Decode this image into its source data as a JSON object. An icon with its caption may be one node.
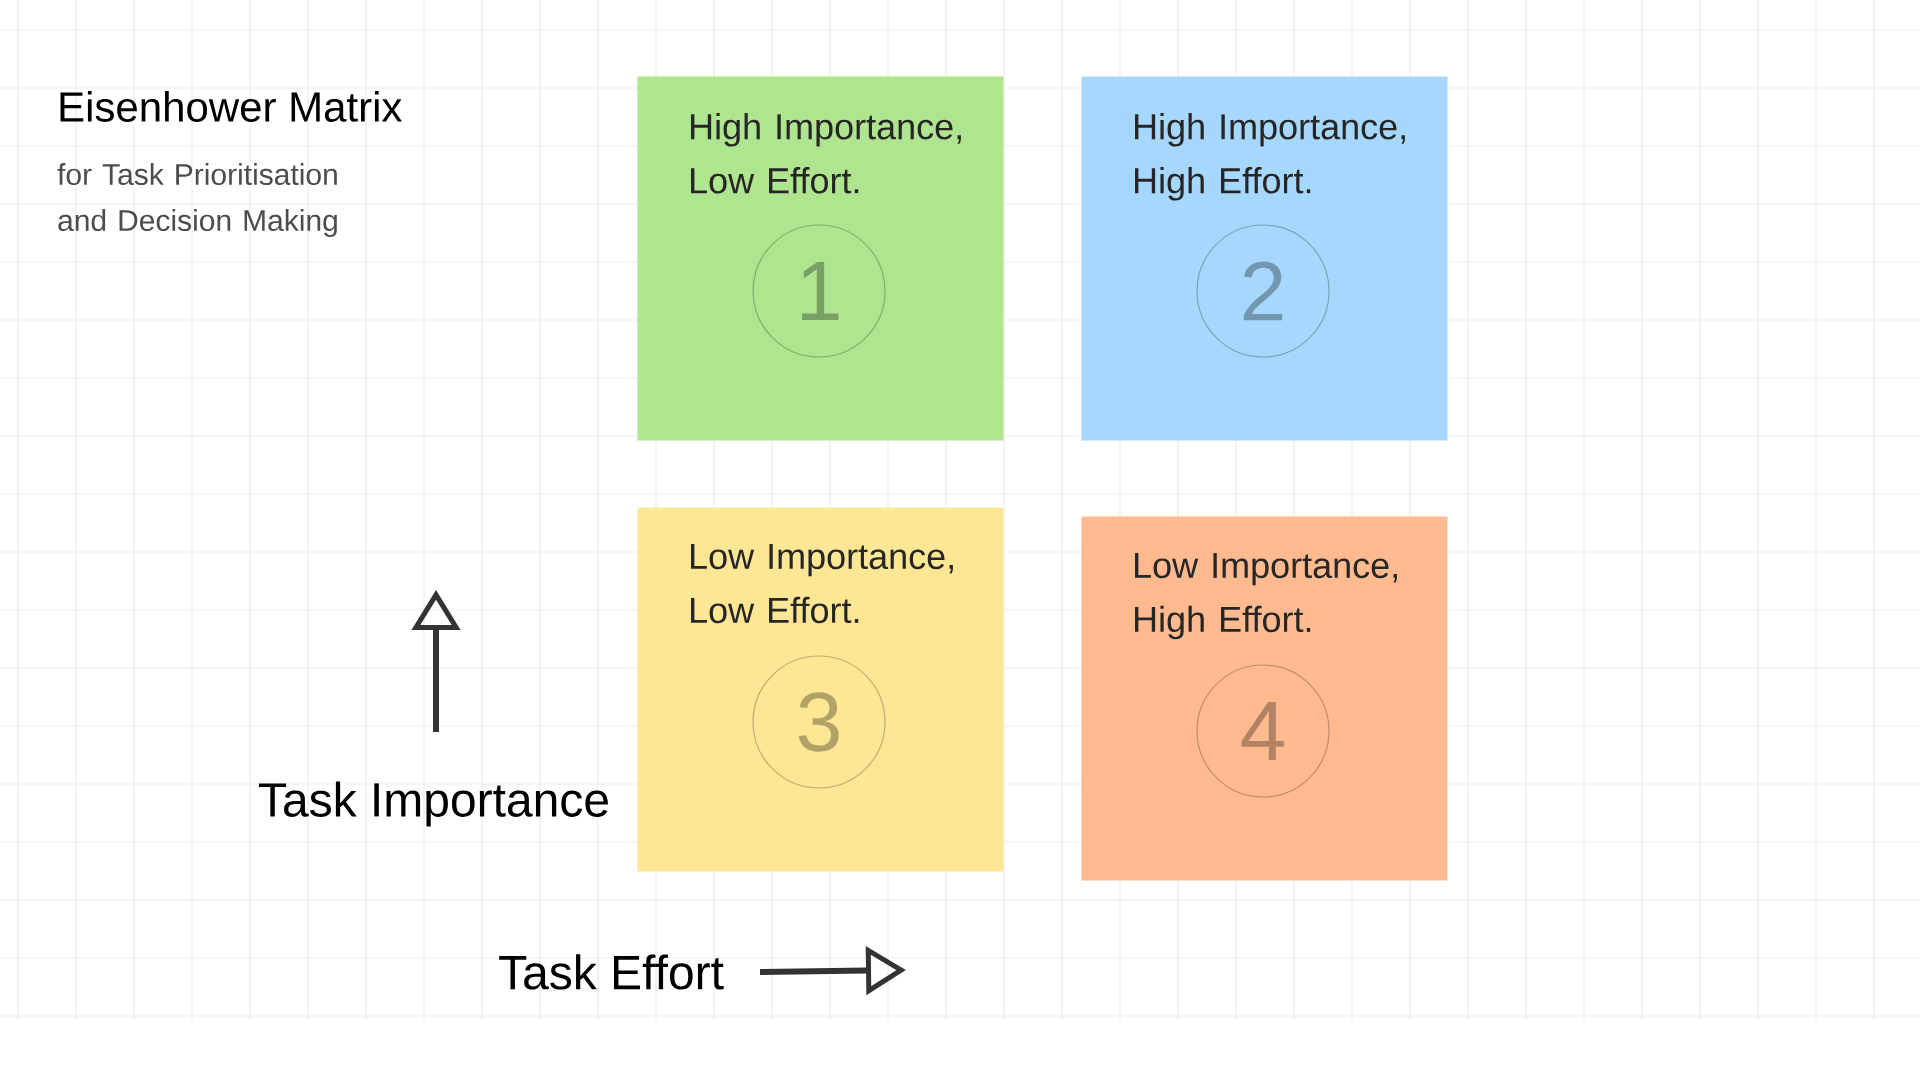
{
  "diagram": {
    "title": "Eisenhower Matrix",
    "nodes": [
      {
        "text": [
          "High Importance, Low Effort."
        ]
      },
      {
        "text": [
          "1"
        ],
        "in": 0
      },
      {
        "text": [
          "High Importance, High Effort."
        ]
      },
      {
        "text": [
          "2"
        ],
        "in": 2
      },
      {
        "text": [
          "Low Importance, Low Effort."
        ]
      },
      {
        "text": [
          "3"
        ],
        "in": 4
      },
      {
        "text": [
          "Low Importance, High Effort."
        ]
      },
      {
        "text": [
          "4"
        ],
        "in": 6
      }
    ],
    "labels": [
      "for Task Prioritisation and Decision Making",
      "Task Importance",
      "Task Effort"
    ]
  }
}
